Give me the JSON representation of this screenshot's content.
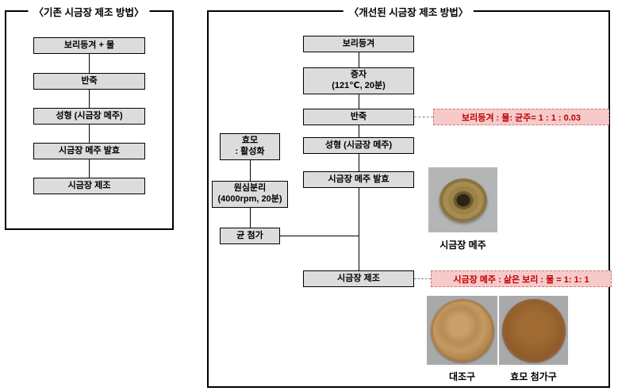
{
  "left_panel": {
    "title": "〈기존 시금장 제조 방법〉",
    "steps": [
      "보리등겨 + 물",
      "반죽",
      "성형 (시금장 메주)",
      "시금장 메주 발효",
      "시금장 제조"
    ]
  },
  "right_panel": {
    "title": "〈개선된 시금장 제조 방법〉",
    "main_steps": {
      "barley": "보리등겨",
      "steaming": "증자",
      "steaming_sub": "(121℃, 20분)",
      "kneading": "반죽",
      "shaping": "성형 (시금장 메주)",
      "fermentation": "시금장 메주 발효",
      "production": "시금장 제조"
    },
    "side_steps": {
      "yeast": "효모",
      "yeast_sub": ": 활성화",
      "centrifuge": "원심분리",
      "centrifuge_sub": "(4000rpm, 20분)",
      "inoculation": "균 첨가"
    },
    "annotations": {
      "kneading_ratio": "보리등겨 : 물: 균주= 1 : 1 : 0.03",
      "production_ratio": "시금장 메주 : 삶은 보리 : 물 = 1: 1: 1"
    },
    "photo_labels": {
      "meju": "시금장 메주",
      "control": "대조구",
      "yeast_added": "효모 첨가구"
    }
  },
  "colors": {
    "box_fill": "#dcdcdc",
    "annotation_fill": "#f7caca",
    "annotation_text": "#c00000"
  }
}
